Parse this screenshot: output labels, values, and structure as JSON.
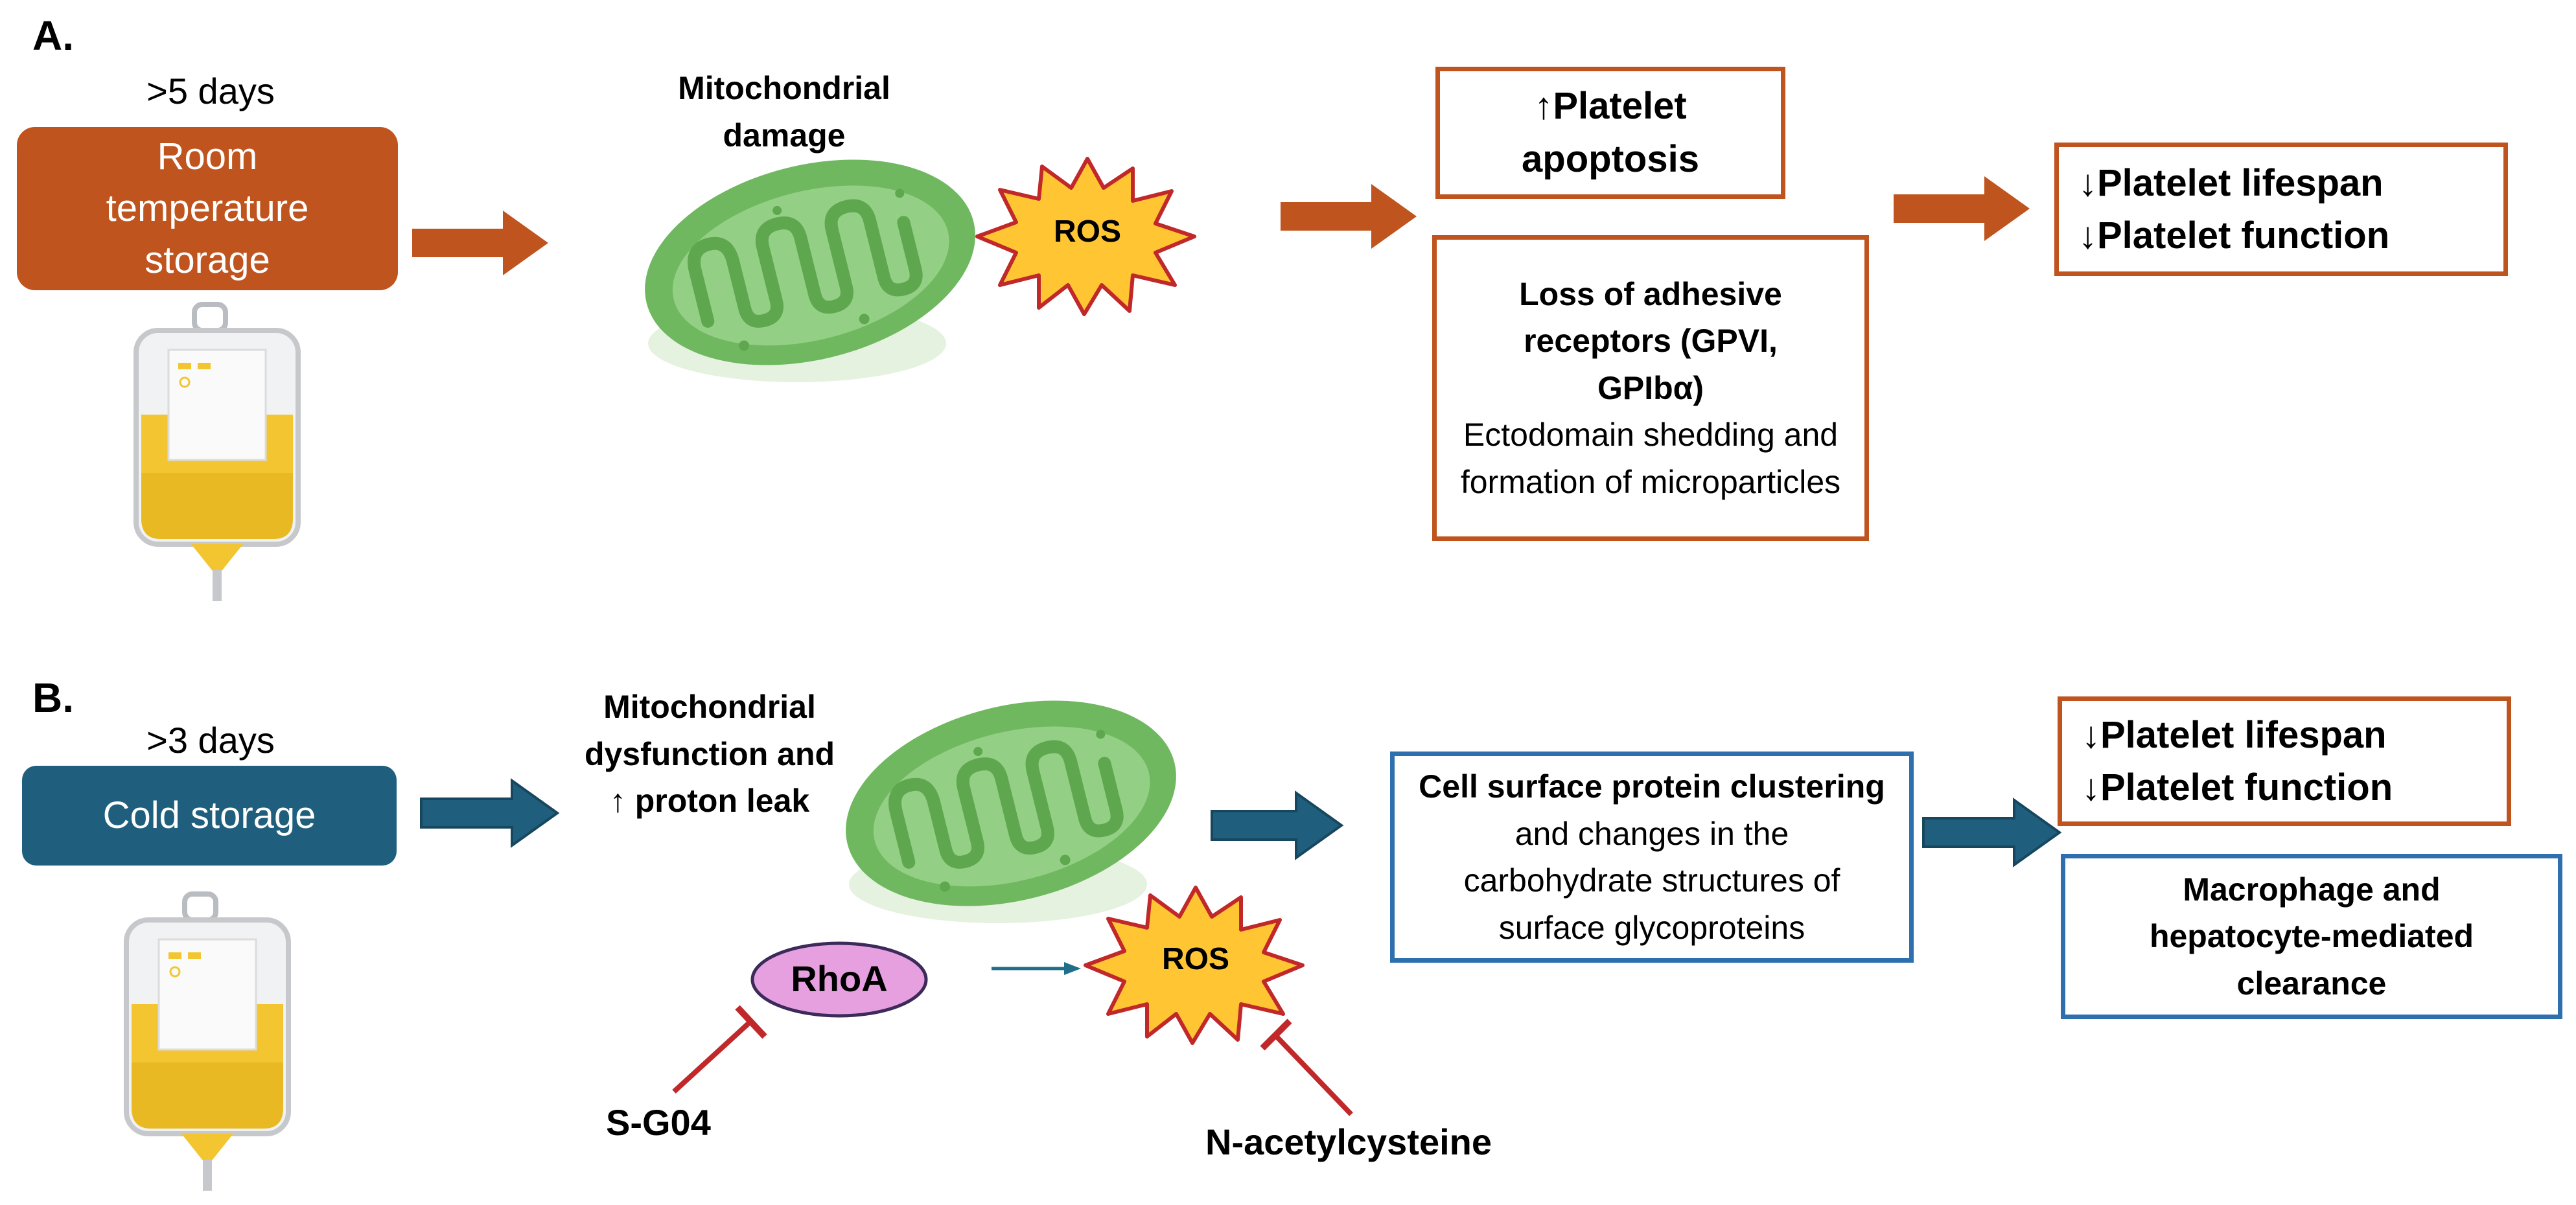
{
  "colors": {
    "orange": "#c0541e",
    "teal": "#1f5f7d",
    "blue_border": "#2e6fad",
    "mito_green": "#7cc26c",
    "ros_yellow": "#ffc533",
    "rhoa_pink": "#e6a0e0",
    "inhibitor_red": "#c0282a"
  },
  "panel_a": {
    "letter": "A.",
    "duration": ">5 days",
    "storage_label": "Room temperature storage",
    "mito_label": "Mitochondrial damage",
    "ros_label": "ROS",
    "apoptosis": "↑Platelet apoptosis",
    "receptors_title": "Loss of adhesive receptors (GPVI, GPIbα)",
    "receptors_text": "Ectodomain shedding and formation of microparticles",
    "outcome_1": "↓Platelet lifespan",
    "outcome_2": "↓Platelet function"
  },
  "panel_b": {
    "letter": "B.",
    "duration": ">3 days",
    "storage_label": "Cold storage",
    "mito_label_1": "Mitochondrial",
    "mito_label_2": "dysfunction and",
    "mito_label_3": "↑ proton leak",
    "rhoa_label": "RhoA",
    "ros_label": "ROS",
    "inhibitor_1": "S-G04",
    "inhibitor_2": "N-acetylcysteine",
    "clustering_bold": "Cell surface protein clustering",
    "clustering_text": " and changes in the carbohydrate structures of surface glycoproteins",
    "outcome_1": "↓Platelet lifespan",
    "outcome_2": "↓Platelet function",
    "clearance": "Macrophage and hepatocyte-mediated clearance"
  }
}
